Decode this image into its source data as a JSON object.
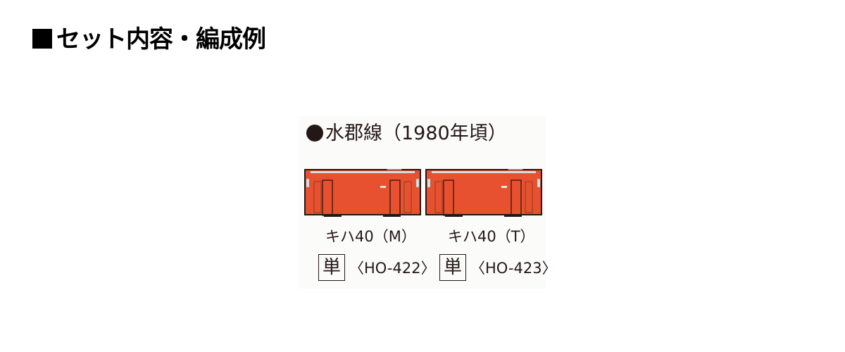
{
  "heading": {
    "marker": "■",
    "title": "セット内容・編成例"
  },
  "formation": {
    "bullet": "●",
    "line_title": "水郡線（1980年頃）",
    "colors": {
      "body": "#e8512f",
      "outline": "#231815",
      "roof": "#d9d9d9",
      "panel": "#fbfbfa"
    },
    "cars": [
      {
        "name": "キハ40（M）",
        "badge": "単",
        "code": "〈HO-422〉"
      },
      {
        "name": "キハ40（T）",
        "badge": "単",
        "code": "〈HO-423〉"
      }
    ]
  }
}
